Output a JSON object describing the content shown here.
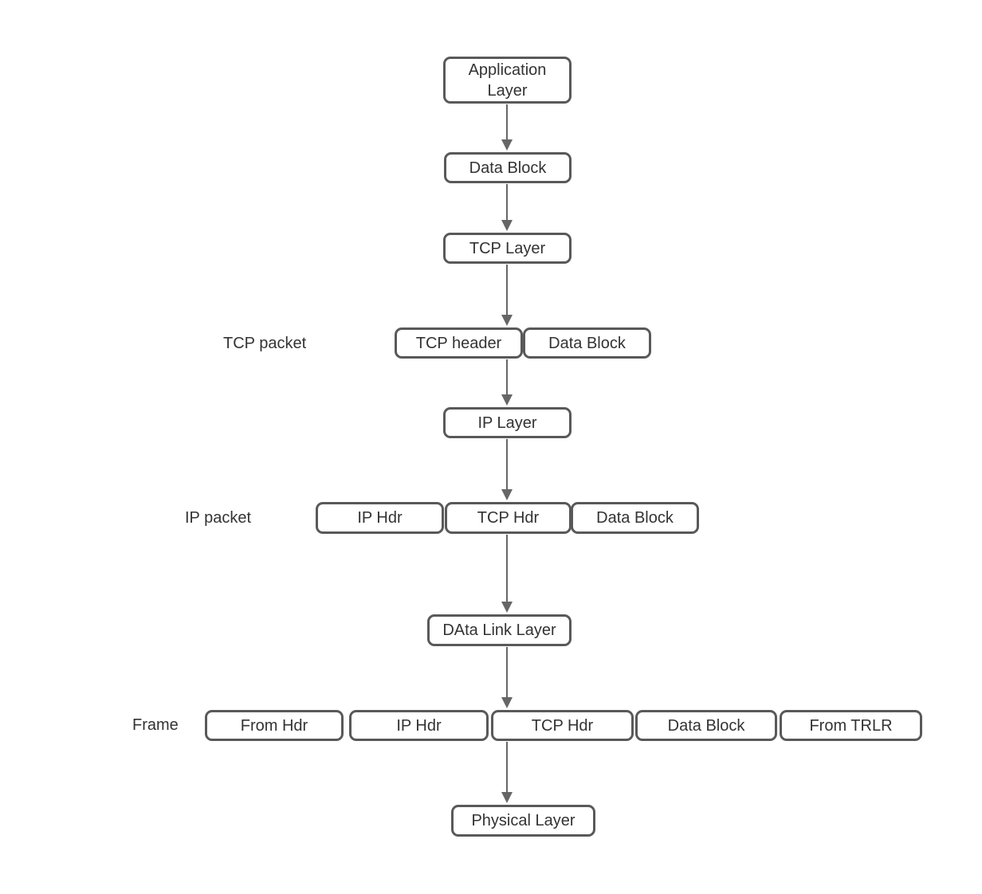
{
  "diagram": {
    "background": "#ffffff",
    "colors": {
      "box_border": "#595959",
      "box_fill": "#ffffff",
      "text": "#333333",
      "arrow": "#666666"
    },
    "nodes": {
      "application_layer": "Application Layer",
      "data_block_top": "Data Block",
      "tcp_layer": "TCP Layer",
      "tcp_header": "TCP header",
      "tcp_packet_data_block": "Data Block",
      "ip_layer": "IP Layer",
      "ip_packet_ip_hdr": "IP Hdr",
      "ip_packet_tcp_hdr": "TCP Hdr",
      "ip_packet_data_block": "Data Block",
      "data_link_layer": "DAta Link Layer",
      "frame_from_hdr": "From Hdr",
      "frame_ip_hdr": "IP Hdr",
      "frame_tcp_hdr": "TCP Hdr",
      "frame_data_block": "Data Block",
      "frame_from_trlr": "From TRLR",
      "physical_layer": "Physical Layer"
    },
    "row_labels": {
      "tcp_packet": "TCP packet",
      "ip_packet": "IP packet",
      "frame": "Frame"
    },
    "edges": [
      {
        "from": "application_layer",
        "to": "data_block_top"
      },
      {
        "from": "data_block_top",
        "to": "tcp_layer"
      },
      {
        "from": "tcp_layer",
        "to": "tcp_packet_row"
      },
      {
        "from": "tcp_packet_row",
        "to": "ip_layer"
      },
      {
        "from": "ip_layer",
        "to": "ip_packet_row"
      },
      {
        "from": "ip_packet_row",
        "to": "data_link_layer"
      },
      {
        "from": "data_link_layer",
        "to": "frame_row"
      },
      {
        "from": "frame_row",
        "to": "physical_layer"
      }
    ]
  }
}
